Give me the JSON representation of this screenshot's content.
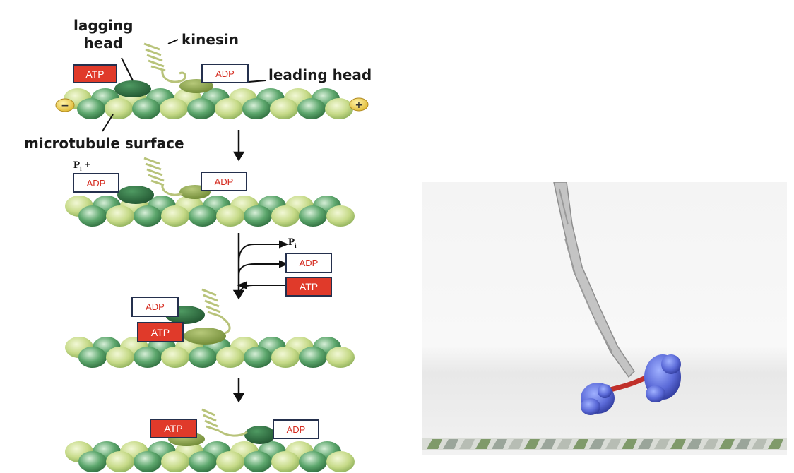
{
  "labels": {
    "lagging_head": [
      "lagging",
      "head"
    ],
    "kinesin": "kinesin",
    "leading_head": "leading head",
    "microtubule_surface": "microtubule surface",
    "minus_end": "−",
    "plus_end": "+"
  },
  "steps": [
    {
      "boxes": [
        {
          "text": "ATP",
          "type": "atp"
        },
        {
          "text": "ADP",
          "type": "adp"
        }
      ]
    },
    {
      "pi_label": "P",
      "pi_sub": "i",
      "pi_plus": " +",
      "boxes": [
        {
          "text": "ADP",
          "type": "adp"
        },
        {
          "text": "ADP",
          "type": "adp"
        }
      ]
    },
    {
      "boxes": [
        {
          "text": "ADP",
          "type": "adp"
        },
        {
          "text": "ATP",
          "type": "atp"
        }
      ]
    },
    {
      "boxes": [
        {
          "text": "ATP",
          "type": "atp"
        },
        {
          "text": "ADP",
          "type": "adp"
        }
      ]
    }
  ],
  "branch": {
    "pi_label": "P",
    "pi_sub": "i",
    "boxes": [
      {
        "text": "ADP",
        "type": "adp"
      },
      {
        "text": "ATP",
        "type": "atp"
      }
    ]
  },
  "colors": {
    "tubulin_light": "#c9dd8d",
    "tubulin_dark": "#4f9a5e",
    "head_dark": "#24643a",
    "head_olive": "#7f9a3a",
    "atp_red": "#e03a2a",
    "adp_border": "#24304d",
    "motor_blue": "#5f6fd8",
    "linker_red": "#c0302a",
    "stalk_grey": "#b8b8b8"
  }
}
